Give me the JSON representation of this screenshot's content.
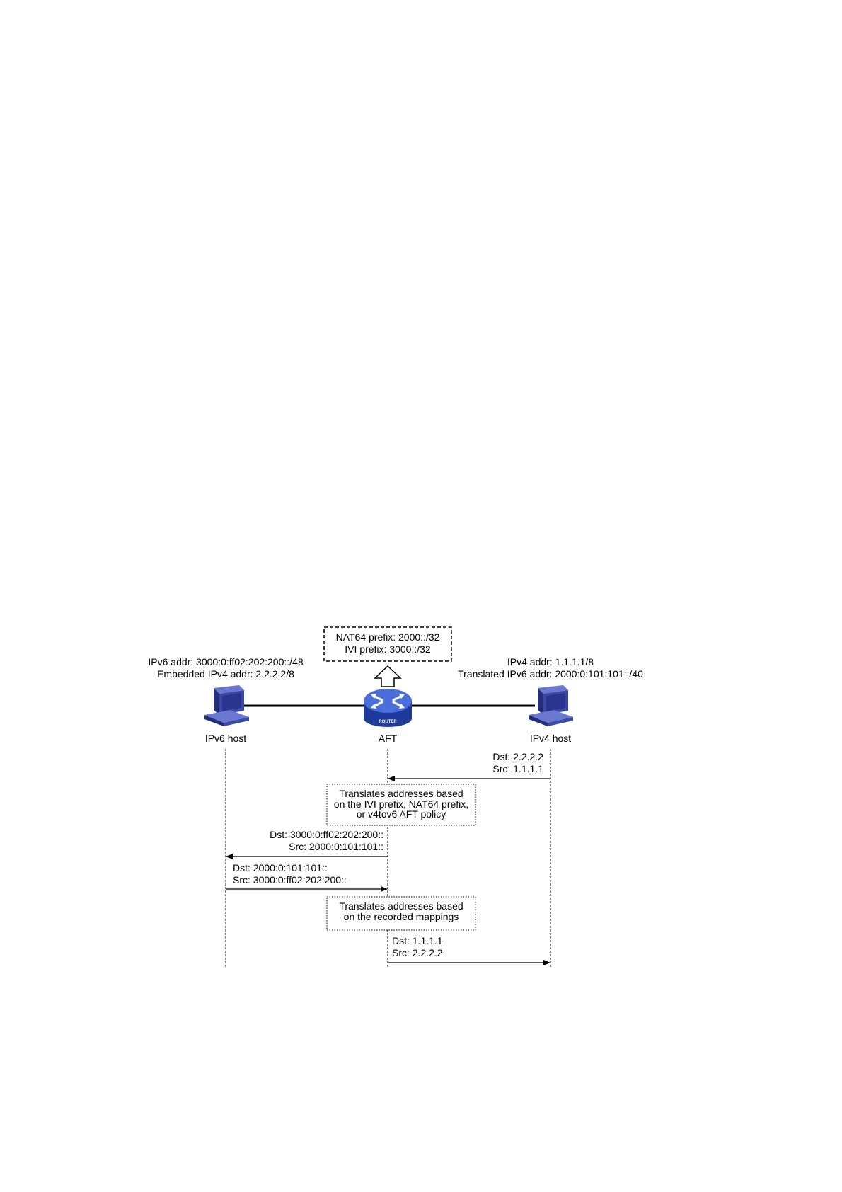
{
  "prefix_box": {
    "line1": "NAT64 prefix: 2000::/32",
    "line2": "IVI prefix: 3000::/32"
  },
  "ipv6_host": {
    "addr": "IPv6 addr: 3000:0:ff02:202:200::/48",
    "embedded": "Embedded IPv4 addr: 2.2.2.2/8",
    "label": "IPv6 host"
  },
  "ipv4_host": {
    "addr": "IPv4 addr: 1.1.1.1/8",
    "translated": "Translated IPv6 addr: 2000:0:101:101::/40",
    "label": "IPv4 host"
  },
  "aft": {
    "label": "AFT",
    "router_text": "ROUTER"
  },
  "messages": [
    {
      "dst": "Dst: 2.2.2.2",
      "src": "Src: 1.1.1.1"
    },
    {
      "dst": "Dst: 3000:0:ff02:202:200::",
      "src": "Src: 2000:0:101:101::"
    },
    {
      "dst": "Dst: 2000:0:101:101::",
      "src": "Src: 3000:0:ff02:202:200::"
    },
    {
      "dst": "Dst: 1.1.1.1",
      "src": "Src: 2.2.2.2"
    }
  ],
  "notes": [
    {
      "line1": "Translates addresses based",
      "line2": "on the IVI prefix, NAT64 prefix,",
      "line3": "or v4tov6 AFT policy"
    },
    {
      "line1": "Translates addresses based",
      "line2": "on the recorded mappings"
    }
  ],
  "colors": {
    "host_blue": "#3a49a6",
    "host_dark": "#232d7a",
    "router_blue": "#3a5fcf",
    "router_dark": "#1f3a9a"
  }
}
